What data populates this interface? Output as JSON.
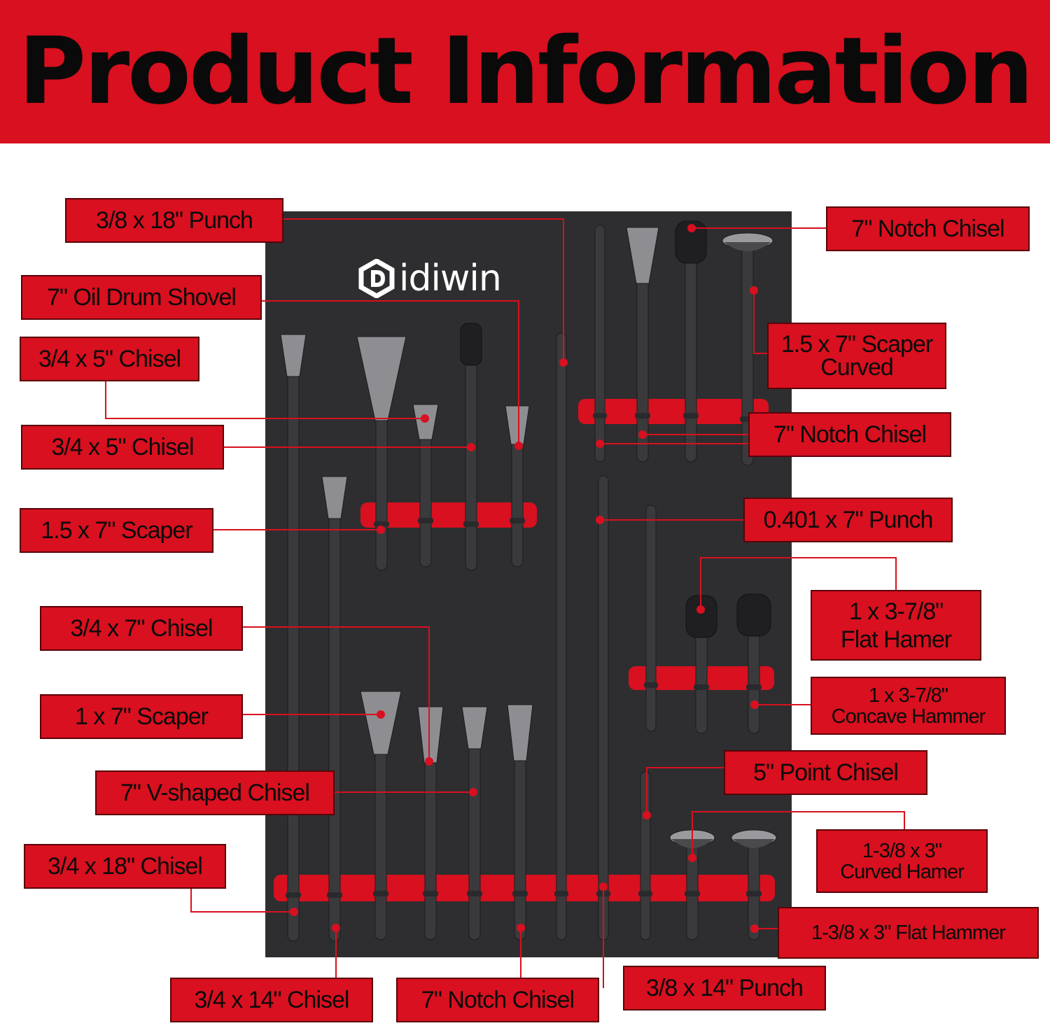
{
  "header": {
    "title": "Product Information"
  },
  "brand": {
    "name": "idiwin",
    "logo_icon": "d-hexagon-logo-icon"
  },
  "colors": {
    "accent": "#d8101f",
    "board": "#2e2e30",
    "steel": "#3a3a3c"
  },
  "labels": {
    "punch_18": "3/8 x 18\" Punch",
    "oil_drum_shovel": "7\" Oil Drum Shovel",
    "chisel_5_a": "3/4 x 5\" Chisel",
    "chisel_5_b": "3/4 x 5\" Chisel",
    "scraper_7": "1.5 x 7\" Scaper",
    "chisel_7": "3/4 x 7\" Chisel",
    "scraper_1x7": "1 x 7\" Scaper",
    "v_chisel": "7\" V-shaped Chisel",
    "chisel_18": "3/4 x 18\" Chisel",
    "chisel_14": "3/4 x 14\" Chisel",
    "notch_bottom": "7\" Notch Chisel",
    "punch_14": "3/8 x 14\" Punch",
    "notch_top": "7\" Notch Chisel",
    "scraper_curved_l1": "1.5 x 7\" Scaper",
    "scraper_curved_l2": "Curved",
    "notch_mid": "7\" Notch Chisel",
    "punch_0401": "0.401 x 7\" Punch",
    "flat_hammer_l1": "1 x 3-7/8\"",
    "flat_hammer_l2": "Flat Hamer",
    "concave_hammer_l1": "1 x 3-7/8\"",
    "concave_hammer_l2": "Concave Hammer",
    "point_chisel": "5\" Point Chisel",
    "curved_hammer_l1": "1-3/8 x 3\"",
    "curved_hammer_l2": "Curved Hamer",
    "flat_hammer_138": "1-3/8 x 3\" Flat Hammer"
  }
}
